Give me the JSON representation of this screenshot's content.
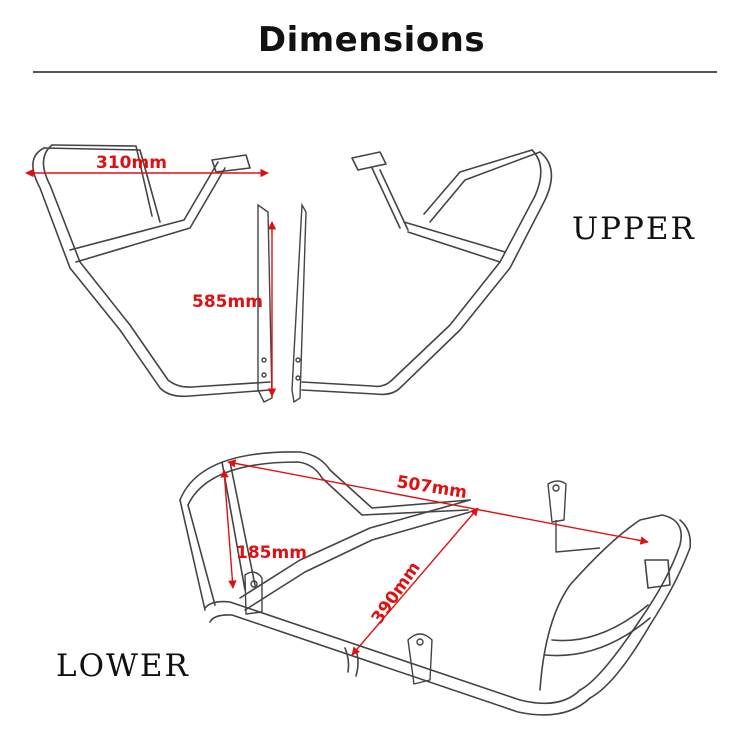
{
  "title": "Dimensions",
  "sections": {
    "upper": {
      "label": "UPPER"
    },
    "lower": {
      "label": "LOWER"
    }
  },
  "dimensions": {
    "width_upper": "310mm",
    "height_upper": "585mm",
    "width_lower": "507mm",
    "height_lower": "185mm",
    "depth_lower": "390mm"
  },
  "colors": {
    "dimension": "#e01010",
    "outline": "#444444"
  }
}
